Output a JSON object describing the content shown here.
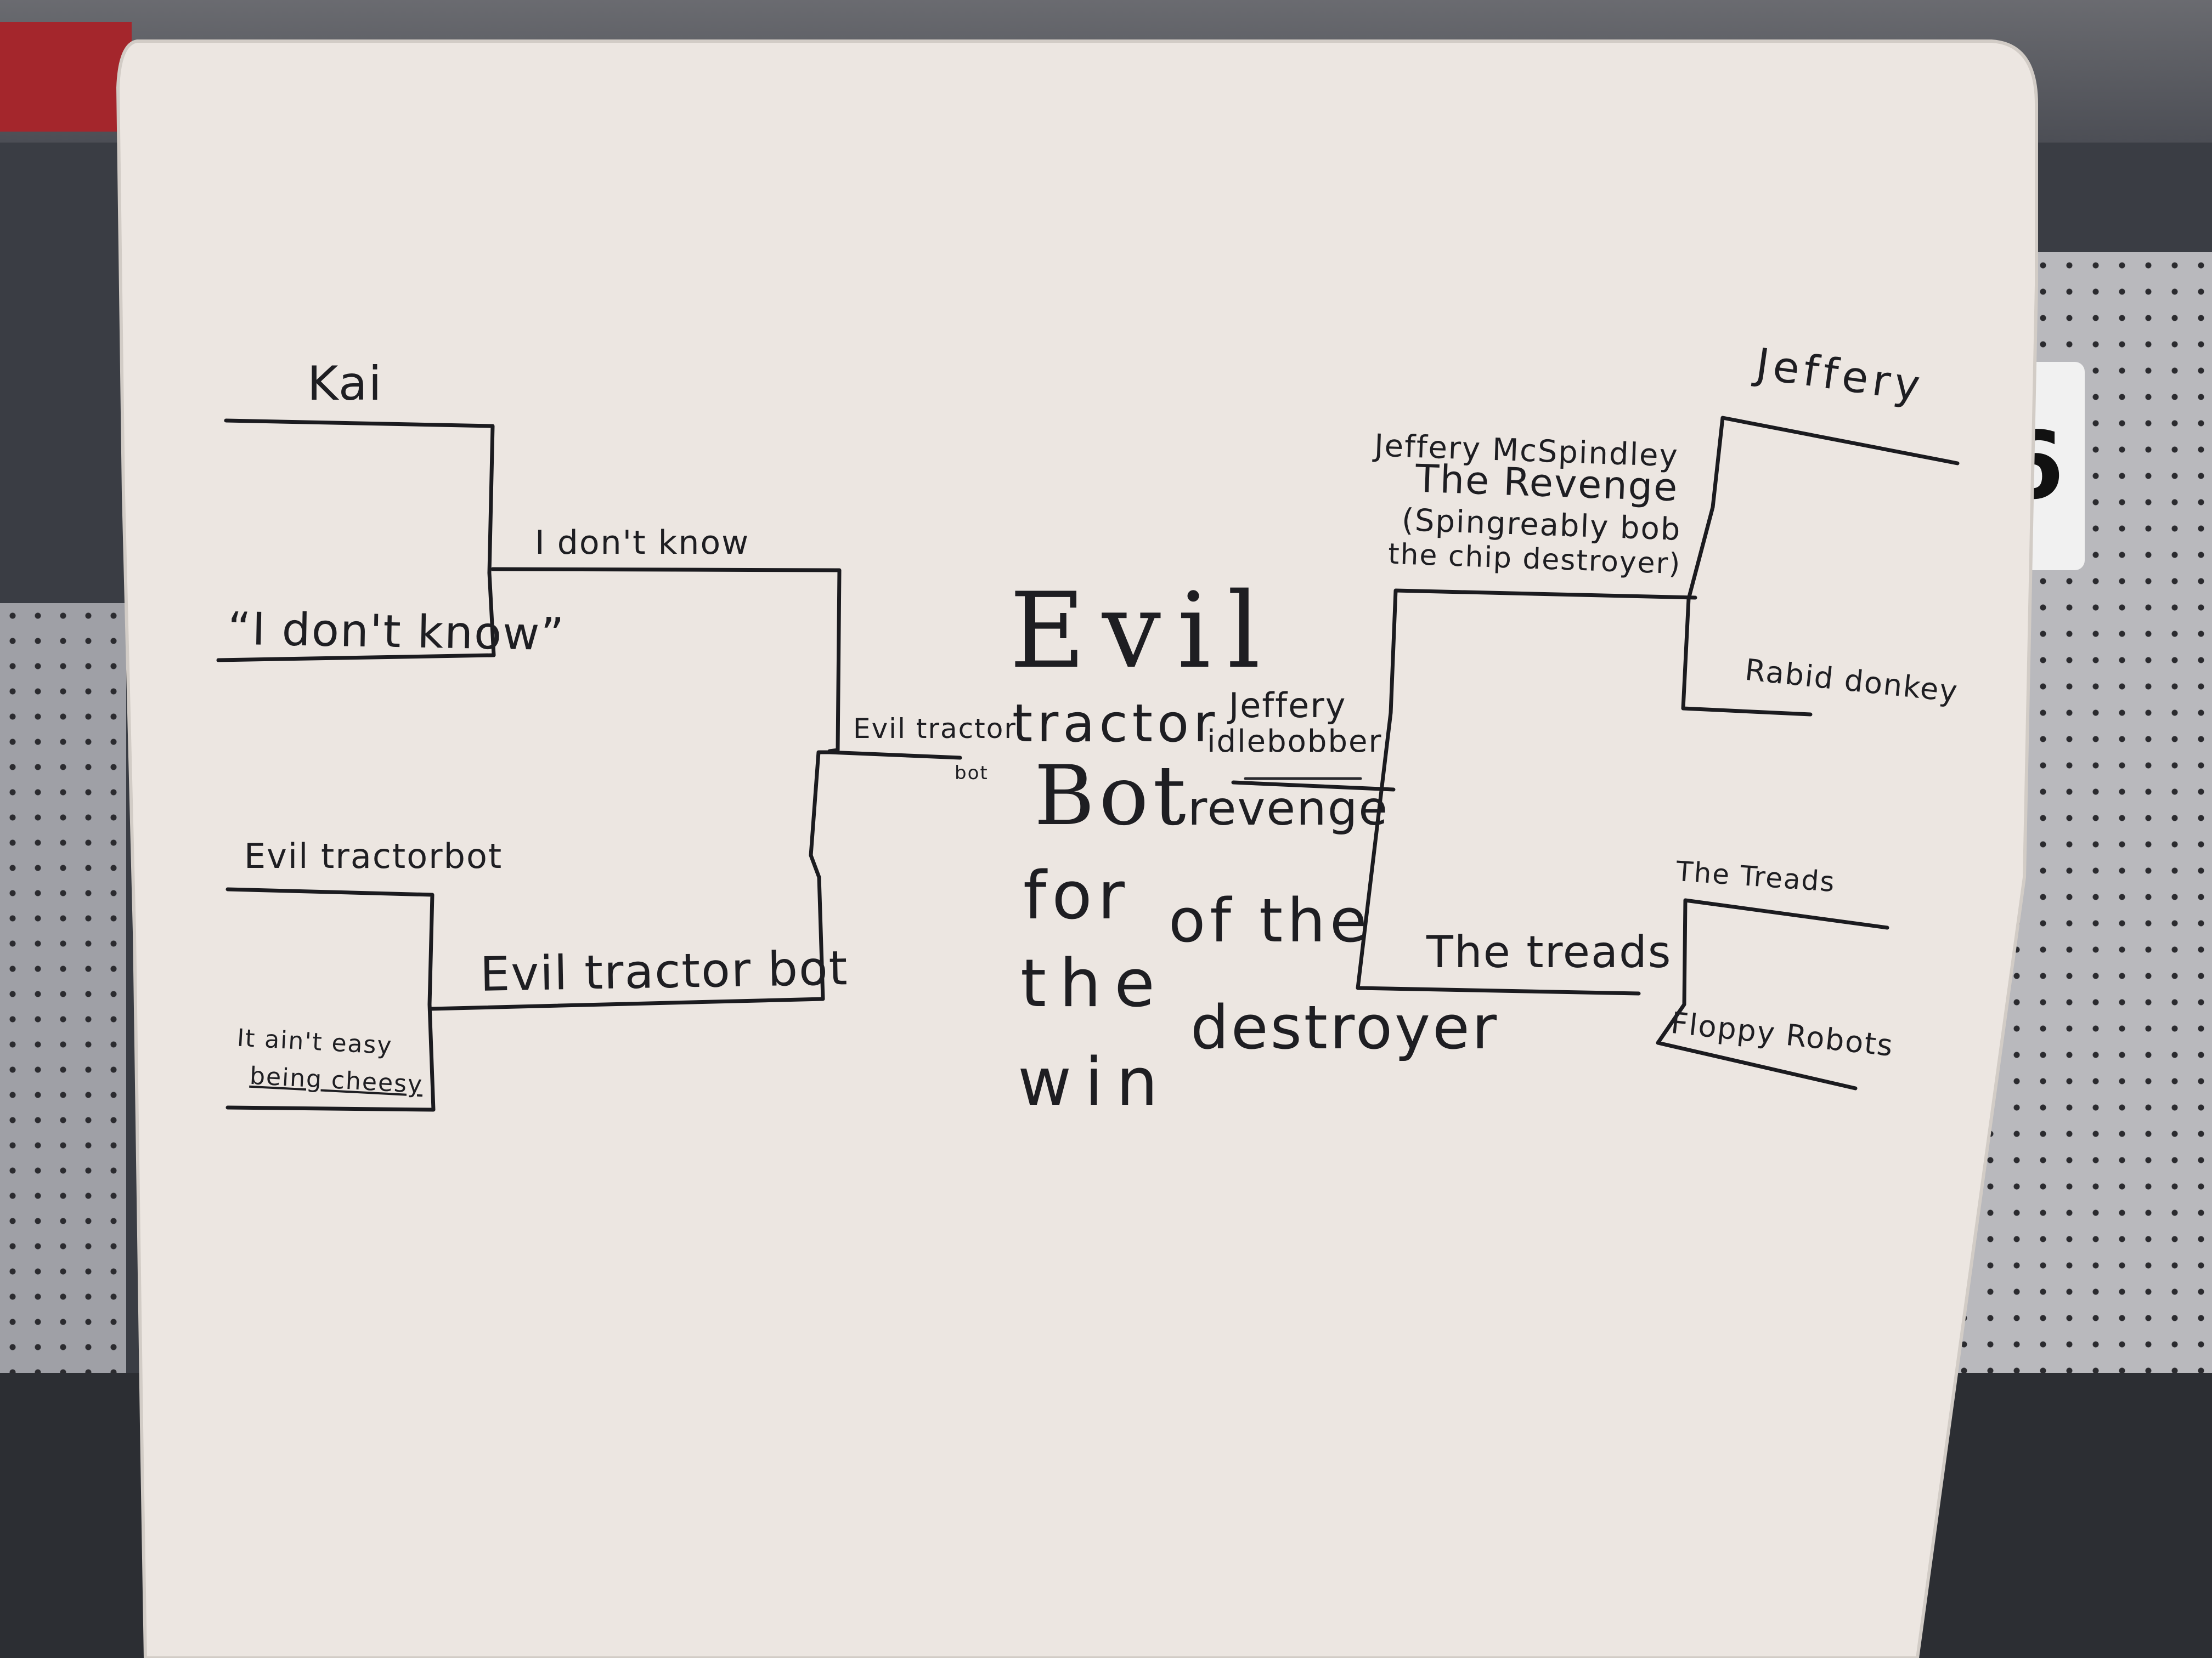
{
  "background": {
    "sign_text": "6"
  },
  "bracket": {
    "left": {
      "slot_top": "Kai",
      "slot_2": "“I don't know”",
      "winner_1": "I don't know",
      "slot_3": "Evil tractorbot",
      "slot_4_line1": "It ain't easy",
      "slot_4_line2": "being cheesy",
      "winner_2": "Evil tractor bot",
      "semi_winner_line1": "Evil tractor",
      "semi_winner_line2": "bot"
    },
    "center": {
      "big_line1": "Evil",
      "big_line2": "tractor",
      "big_line3": "Bot",
      "big_line4": "for",
      "big_line5": "the",
      "big_line6": "win",
      "right_final_line1": "Jeffery",
      "right_final_line2": "idlebobber",
      "right_final_line3": "revenge",
      "right_final_line4": "of the",
      "right_final_line5": "destroyer"
    },
    "right": {
      "slot_top": "Jeffery",
      "semi_line1": "Jeffery McSpindley",
      "semi_line2": "The Revenge",
      "semi_line3": "(Spingreably bob",
      "semi_line4": "the chip destroyer)",
      "slot_2": "Rabid donkey",
      "slot_3": "The Treads",
      "slot_4": "Floppy Robots",
      "winner_2": "The treads"
    }
  }
}
